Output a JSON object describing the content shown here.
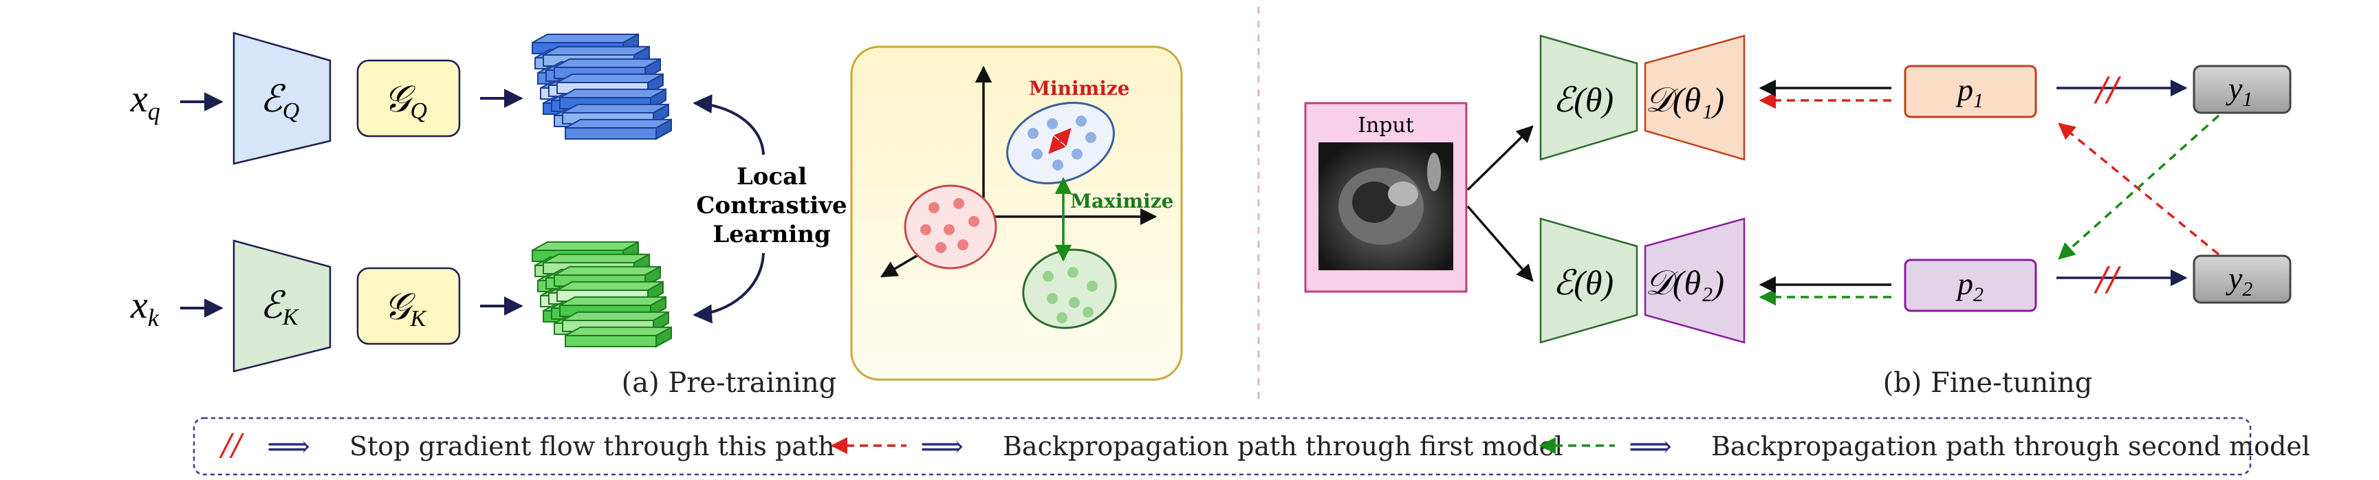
{
  "pretraining": {
    "query_input": "x",
    "query_input_sub": "q",
    "key_input": "x",
    "key_input_sub": "k",
    "query_encoder": "ℰ",
    "query_encoder_sub": "Q",
    "key_encoder": "ℰ",
    "key_encoder_sub": "K",
    "query_head": "𝒢",
    "query_head_sub": "Q",
    "key_head": "𝒢",
    "key_head_sub": "K",
    "lcl_line1": "Local",
    "lcl_line2": "Contrastive",
    "lcl_line3": "Learning",
    "minimize": "Minimize",
    "maximize": "Maximize",
    "caption": "(a) Pre-training"
  },
  "finetuning": {
    "input_label": "Input",
    "encoder_top": "ℰ(θ)",
    "encoder_bottom": "ℰ(θ)",
    "decoder_top": "𝒟(θ₁)",
    "decoder_bottom": "𝒟(θ₂)",
    "pred_top": "p",
    "pred_top_sub": "1",
    "pred_bottom": "p",
    "pred_bottom_sub": "2",
    "label_top": "y",
    "label_top_sub": "1",
    "label_bottom": "y",
    "label_bottom_sub": "2",
    "caption": "(b) Fine-tuning"
  },
  "legend": {
    "stop_symbol": "//",
    "implies_1": "⟹",
    "implies_2": "⟹",
    "implies_3": "⟹",
    "stop_text": "Stop gradient flow through this path",
    "first_text": "Backpropagation path through first model",
    "second_text": "Backpropagation path through second model"
  },
  "colors": {
    "navy": "#1c1f4f",
    "red": "#e0201c",
    "green": "#1a8c1a",
    "blue_fill": "#d6e5f7",
    "green_fill": "#d8ead4",
    "yellow_fill": "#fdf7c2",
    "orange_fill": "#fbdcc6",
    "purple_fill": "#e2d3e8",
    "pink_fill": "#f8d0e7",
    "gray_fill": "#b8b8b8"
  }
}
